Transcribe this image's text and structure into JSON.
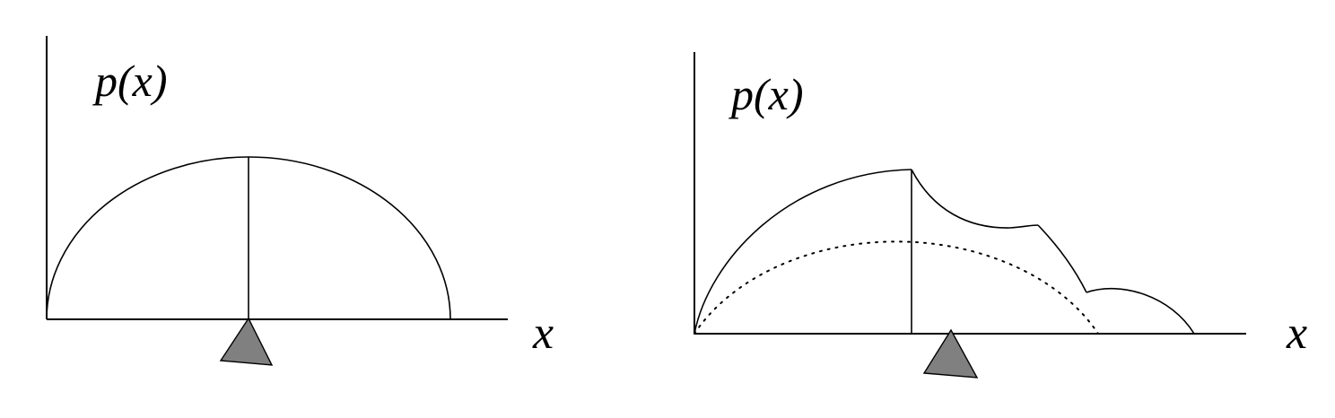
{
  "panels": [
    {
      "ylabel": "p(x)",
      "xlabel": "x"
    },
    {
      "ylabel": "p(x)",
      "xlabel": "x"
    }
  ],
  "colors": {
    "line": "#000000",
    "fulcrum": "#808080",
    "background": "#ffffff"
  }
}
